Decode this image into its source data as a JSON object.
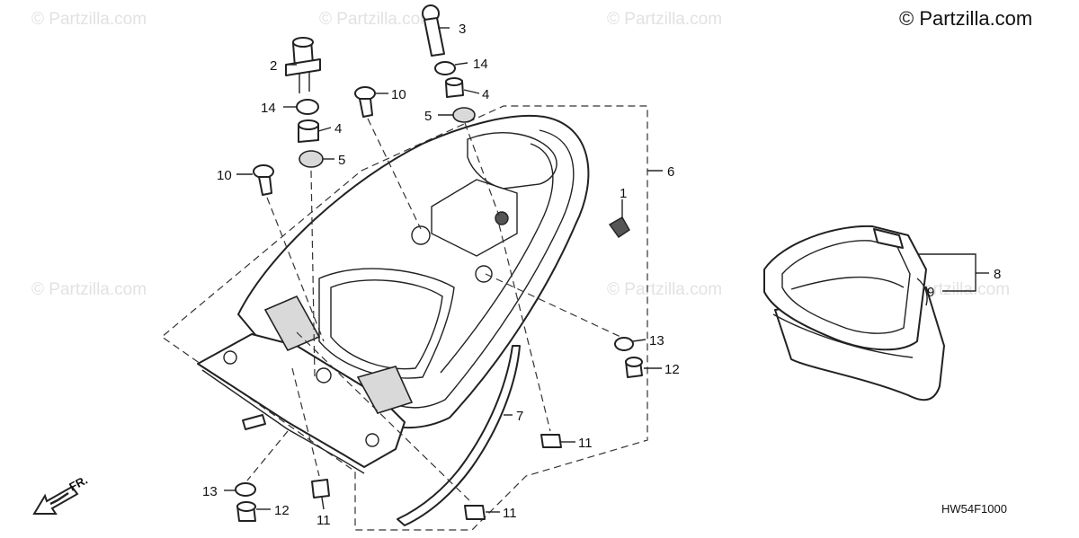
{
  "copyright": "© Partzilla.com",
  "watermark_text": "© Partzilla.com",
  "diagram_code": "HW54F1000",
  "front_marker": "FR.",
  "callouts": {
    "c1": "1",
    "c2": "2",
    "c3": "3",
    "c4a": "4",
    "c4b": "4",
    "c5a": "5",
    "c5b": "5",
    "c6": "6",
    "c7": "7",
    "c8": "8",
    "c9": "9",
    "c10a": "10",
    "c10b": "10",
    "c11a": "11",
    "c11b": "11",
    "c11c": "11",
    "c12a": "12",
    "c12b": "12",
    "c13a": "13",
    "c13b": "13",
    "c14a": "14",
    "c14b": "14"
  },
  "colors": {
    "line": "#222222",
    "watermark": "#e2e2e2",
    "background": "#ffffff"
  }
}
